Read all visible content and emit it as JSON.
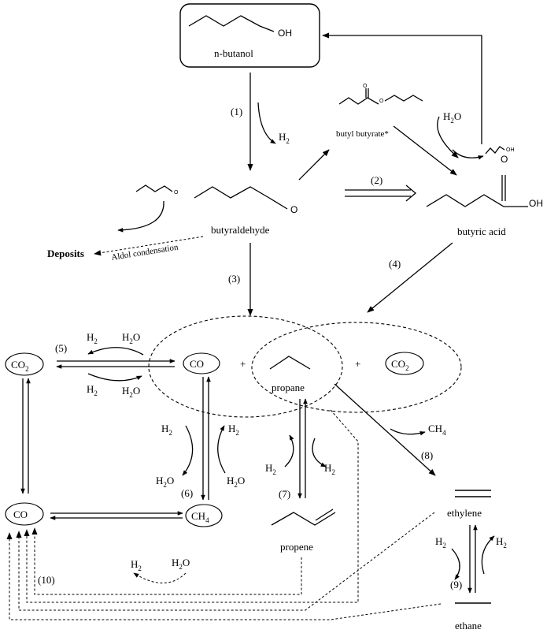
{
  "species": {
    "n_butanol": "n-butanol",
    "oh": "OH",
    "butyl_butyrate": "butyl butyrate*",
    "ester_o": "O",
    "butyraldehyde": "butyraldehyde",
    "aldehyde_o": "O",
    "butyric_acid": "butyric acid",
    "acid_o": "O",
    "acid_oh": "OH",
    "small_oh": "OH",
    "small_o": "O",
    "deposits": "Deposits",
    "aldol": "Aldol condensation",
    "co": "CO",
    "co2": "CO",
    "ch4": "CH",
    "propane": "propane",
    "propene": "propene",
    "ethylene": "ethylene",
    "ethane": "ethane",
    "plus": "+"
  },
  "reagents": {
    "h2": "H",
    "h2o": "H",
    "h2o_tail": "O",
    "sub2": "2",
    "sub4": "4"
  },
  "steps": {
    "s1": "(1)",
    "s2": "(2)",
    "s3": "(3)",
    "s4": "(4)",
    "s5": "(5)",
    "s6": "(6)",
    "s7": "(7)",
    "s8": "(8)",
    "s9": "(9)",
    "s10": "(10)"
  }
}
